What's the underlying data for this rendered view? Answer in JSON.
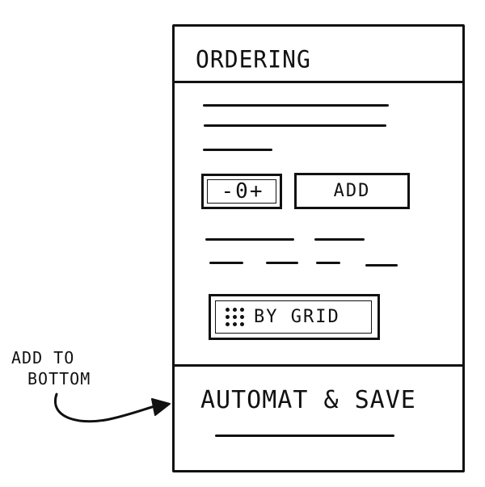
{
  "panel": {
    "title": "ORDERING",
    "stepper": {
      "minus": "-",
      "value": "0",
      "plus": "+"
    },
    "add_label": "ADD",
    "grid_label": "BY GRID",
    "bottom_label": "AUTOMAT & SAVE"
  },
  "annotation": {
    "line1": "ADD TO",
    "line2": "BOTTOM"
  }
}
